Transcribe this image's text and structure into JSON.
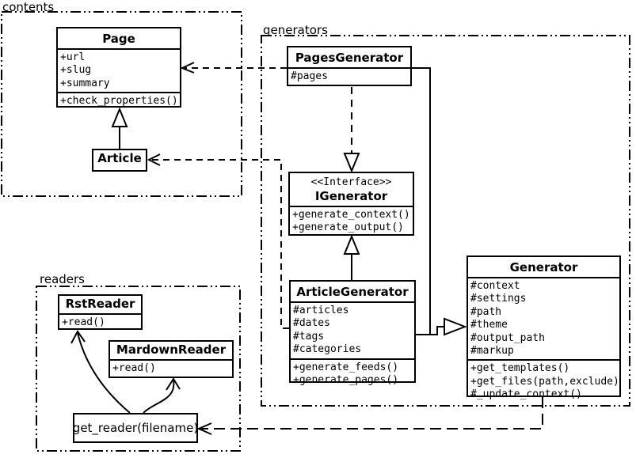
{
  "diagram": {
    "kind": "uml-class-diagram",
    "colors": {
      "line": "#000000",
      "background": "#ffffff"
    }
  },
  "packages": {
    "contents": {
      "label": "contents"
    },
    "generators": {
      "label": "generators"
    },
    "readers": {
      "label": "readers"
    }
  },
  "classes": {
    "page": {
      "title": "Page",
      "attrs": [
        "+url",
        "+slug",
        "+summary"
      ],
      "methods": [
        "+check_properties()"
      ]
    },
    "article": {
      "title": "Article"
    },
    "pages_generator": {
      "title": "PagesGenerator",
      "attrs": [
        "#pages"
      ]
    },
    "igenerator": {
      "stereotype": "<<Interface>>",
      "title": "IGenerator",
      "methods": [
        "+generate_context()",
        "+generate_output()"
      ]
    },
    "article_generator": {
      "title": "ArticleGenerator",
      "attrs": [
        "#articles",
        "#dates",
        "#tags",
        "#categories"
      ],
      "methods": [
        "+generate_feeds()",
        "+generate_pages()"
      ]
    },
    "generator": {
      "title": "Generator",
      "attrs": [
        "#context",
        "#settings",
        "#path",
        "#theme",
        "#output_path",
        "#markup"
      ],
      "methods": [
        "+get_templates()",
        "+get_files(path,exclude)",
        "#_update_context()"
      ]
    },
    "rst_reader": {
      "title": "RstReader",
      "methods": [
        "+read()"
      ]
    },
    "mardown_reader": {
      "title": "MardownReader",
      "methods": [
        "+read()"
      ]
    },
    "get_reader": {
      "label": "get_reader(filename)"
    }
  },
  "relations": [
    "PagesGenerator ..> Page",
    "ArticleGenerator ..> Article",
    "Generator ..> get_reader(filename)",
    "Article --|> Page",
    "PagesGenerator ..|> IGenerator",
    "ArticleGenerator --|> IGenerator",
    "PagesGenerator --|> Generator",
    "ArticleGenerator --|> Generator",
    "get_reader(filename) --> RstReader",
    "get_reader(filename) --> MardownReader"
  ]
}
